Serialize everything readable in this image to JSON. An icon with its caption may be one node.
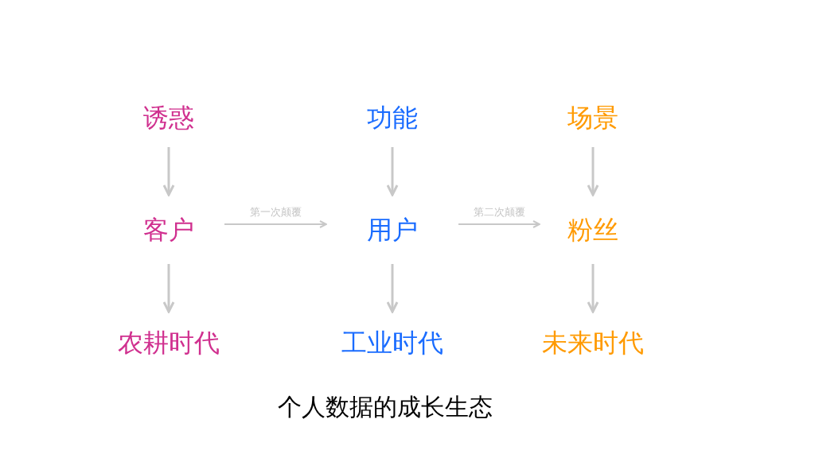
{
  "diagram": {
    "caption": "个人数据的成长生态",
    "nodes": [
      {
        "text": [
          "诱惑"
        ]
      },
      {
        "text": [
          "功能"
        ]
      },
      {
        "text": [
          "场景"
        ]
      },
      {
        "text": [
          "客户"
        ]
      },
      {
        "text": [
          "用户"
        ]
      },
      {
        "text": [
          "粉丝"
        ]
      },
      {
        "text": [
          "农耕时代"
        ]
      },
      {
        "text": [
          "工业时代"
        ]
      },
      {
        "text": [
          "未来时代"
        ]
      }
    ],
    "edges": [
      {
        "from": 0,
        "to": 3,
        "arrow": "to"
      },
      {
        "from": 3,
        "to": 6,
        "arrow": "to"
      },
      {
        "from": 1,
        "to": 4,
        "arrow": "to"
      },
      {
        "from": 4,
        "to": 7,
        "arrow": "to"
      },
      {
        "from": 2,
        "to": 5,
        "arrow": "to"
      },
      {
        "from": 5,
        "to": 8,
        "arrow": "to"
      },
      {
        "from": 3,
        "to": 4,
        "arrow": "to",
        "label": "第一次颠覆"
      },
      {
        "from": 4,
        "to": 5,
        "arrow": "to",
        "label": "第二次颠覆"
      }
    ]
  }
}
